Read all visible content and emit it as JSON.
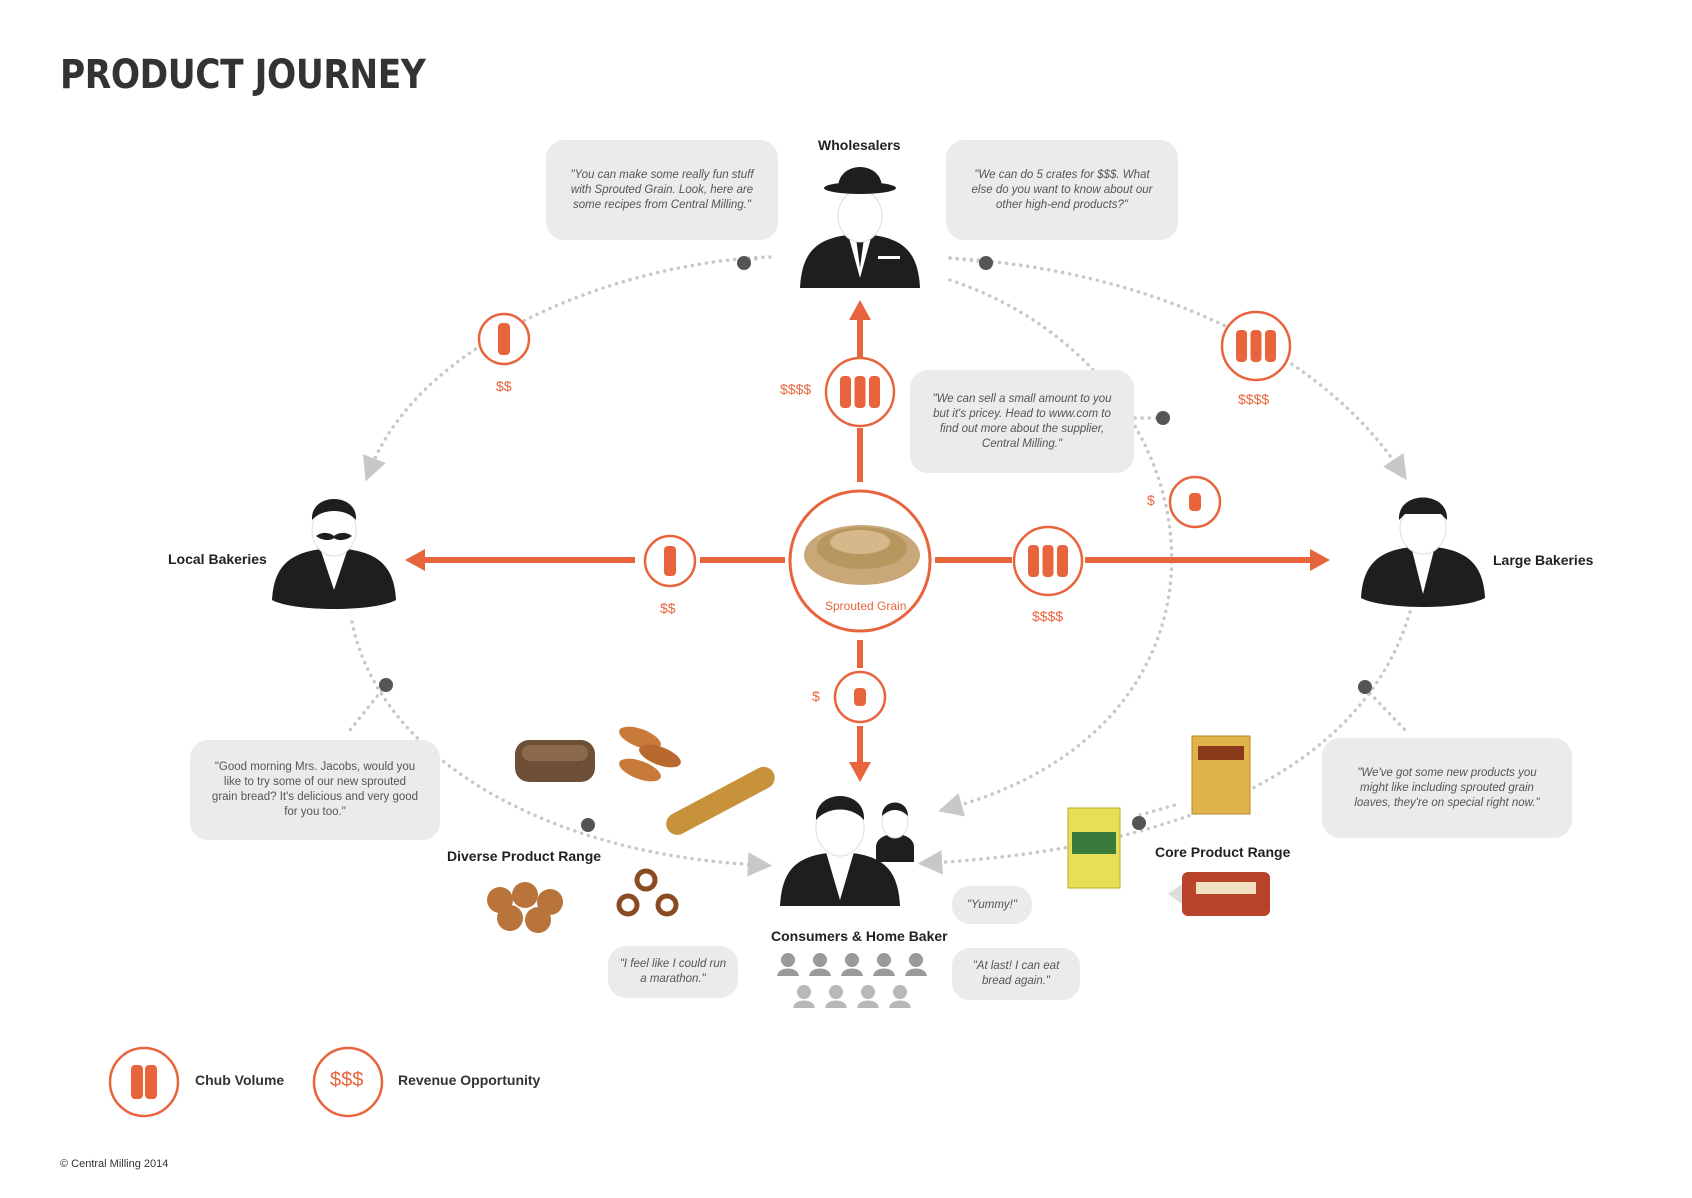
{
  "title": "PRODUCT JOURNEY",
  "nodes": {
    "wholesalers": "Wholesalers",
    "local_bakeries": "Local Bakeries",
    "large_bakeries": "Large Bakeries",
    "consumers": "Consumers & Home Baker",
    "center": "Sprouted Grain"
  },
  "product_groups": {
    "diverse": "Diverse Product Range",
    "core": "Core Product Range"
  },
  "quotes": {
    "wholesaler_left": "\"You can make some really fun stuff with Sprouted Grain. Look, here are some recipes from Central Milling.\"",
    "wholesaler_right": "\"We can do 5 crates for $$$. What else do you want to know about our other high-end products?\"",
    "center_right": "\"We can sell a small amount to you but it's pricey. Head to www.com to find out more about the supplier, Central Milling.\"",
    "local_bakery": "\"Good morning Mrs. Jacobs, would you like to try some of our new sprouted grain bread? It's delicious and very good for you too.\"",
    "large_bakery": "\"We've got some new products you might like including sprouted grain loaves, they're on special right now.\"",
    "yummy": "\"Yummy!\"",
    "marathon": "\"I feel like I could run a marathon.\"",
    "at_last": "\"At last! I can eat bread again.\""
  },
  "money_labels": {
    "center_to_local": "$$",
    "center_to_wholesaler": "$$$$",
    "center_to_large": "$$$$",
    "center_to_consumer": "$",
    "wholesaler_to_local": "$$",
    "wholesaler_to_large": "$$$$",
    "wholesaler_to_consumer": "$"
  },
  "legend": {
    "chub_volume": "Chub Volume",
    "revenue_symbol": "$$$",
    "revenue_opportunity": "Revenue Opportunity"
  },
  "footer": "© Central Milling 2014",
  "colors": {
    "accent": "#e8643c",
    "dark": "#1e1e1e",
    "bubble": "#ebebeb",
    "dotted_path": "#c8c8c8",
    "connector_dot": "#555555"
  }
}
